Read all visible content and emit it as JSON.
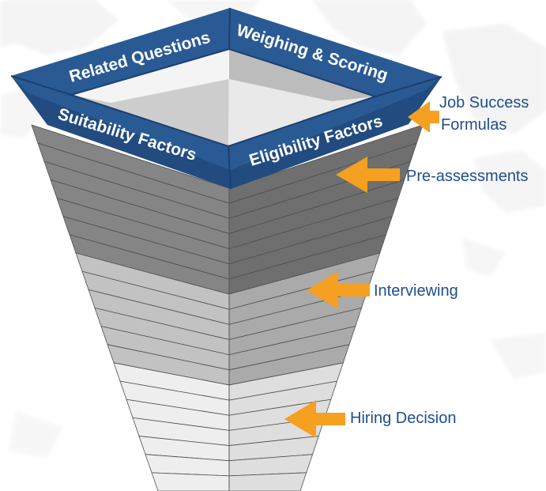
{
  "funnel": {
    "rim_labels": {
      "back_left": "Related Questions",
      "back_right": "Weighing & Scoring",
      "front_left": "Suitability Factors",
      "front_right": "Eligibility Factors"
    },
    "stages": [
      {
        "label_lines": [
          "Job Success",
          "Formulas"
        ]
      },
      {
        "label_lines": [
          "Pre-assessments"
        ]
      },
      {
        "label_lines": [
          "Interviewing"
        ]
      },
      {
        "label_lines": [
          "Hiring Decision"
        ]
      }
    ]
  },
  "colors": {
    "rim_blue": "#2a5a94",
    "rim_blue_dark": "#1c3f6e",
    "arrow_orange": "#f5a020",
    "label_blue": "#1f4e8c",
    "band_dark": "#7b7b7b",
    "band_mid": "#b4b4b4",
    "band_light": "#e6e6e6"
  }
}
